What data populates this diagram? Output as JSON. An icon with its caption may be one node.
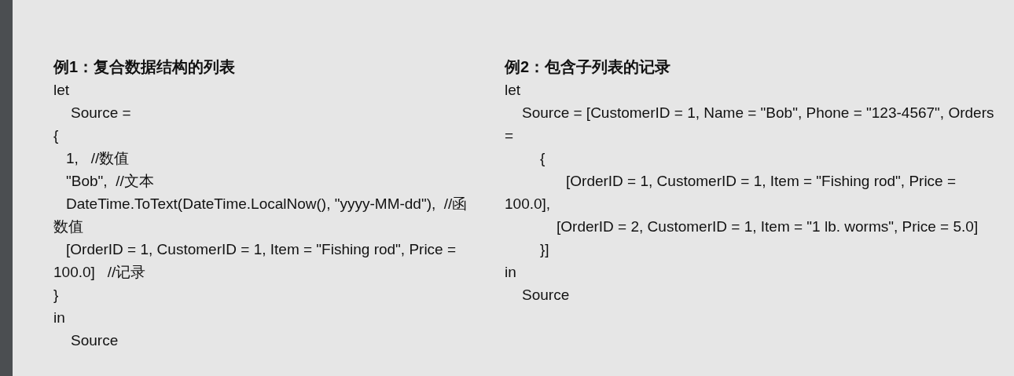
{
  "diagram": {
    "labels": [
      "例1：复合数据结构的列表",
      "let",
      "Source =",
      "{",
      "1,   //数值",
      "\"Bob\",  //文本",
      "DateTime.ToText(DateTime.LocalNow(), \"yyyy-MM-dd\"),  //函数值",
      "[OrderID = 1, CustomerID = 1, Item = \"Fishing rod\", Price = 100.0]   //记录",
      "}",
      "in",
      "Source",
      "例2：包含子列表的记录",
      "let",
      "Source = [CustomerID = 1, Name = \"Bob\", Phone = \"123-4567\", Orders =",
      "{",
      "[OrderID = 1, CustomerID = 1, Item = \"Fishing rod\", Price = 100.0],",
      "[OrderID = 2, CustomerID = 1, Item = \"1 lb. worms\", Price = 5.0]",
      "}]",
      "in",
      "Source"
    ]
  }
}
